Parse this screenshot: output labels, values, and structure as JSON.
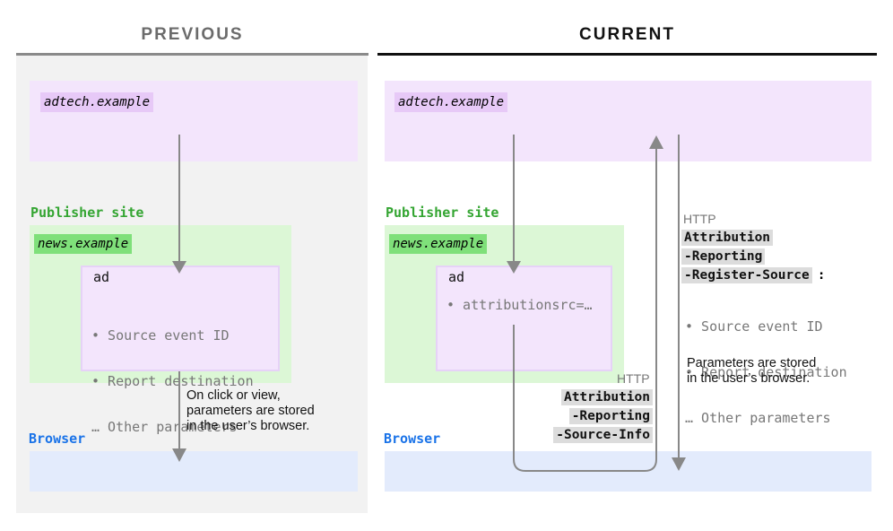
{
  "previous": {
    "header": "PREVIOUS",
    "adtech": "adtech.example",
    "publisher_label": "Publisher site",
    "publisher_chip": "news.example",
    "ad_title": "ad",
    "ad_params": [
      "• Source event ID",
      "• Report destination",
      "… Other parameters"
    ],
    "note_lines": [
      "On click or view,",
      "parameters are stored",
      "in the user’s browser."
    ],
    "browser_label": "Browser"
  },
  "current": {
    "header": "CURRENT",
    "adtech": "adtech.example",
    "publisher_label": "Publisher site",
    "publisher_chip": "news.example",
    "ad_title": "ad",
    "ad_param": "• attributionsrc=…",
    "request_http": "HTTP",
    "request_header_lines": [
      "Attribution",
      "-Reporting",
      "-Source-Info"
    ],
    "response_http": "HTTP",
    "response_header_lines": [
      "Attribution",
      "-Reporting",
      "-Register-Source"
    ],
    "response_colon": ":",
    "response_params": [
      "• Source event ID",
      "• Report destination",
      "… Other parameters"
    ],
    "response_note_lines": [
      "Parameters are stored",
      "in the user’s browser."
    ],
    "browser_label": "Browser"
  },
  "colors": {
    "panel_gray": "#f2f2f2",
    "purple": "#f3e5fc",
    "green": "#dcf7d6",
    "chip_green": "#7fe07a",
    "chip_purple": "#e7c9f7",
    "blue": "#e3ebfc",
    "arrow": "#888888"
  }
}
